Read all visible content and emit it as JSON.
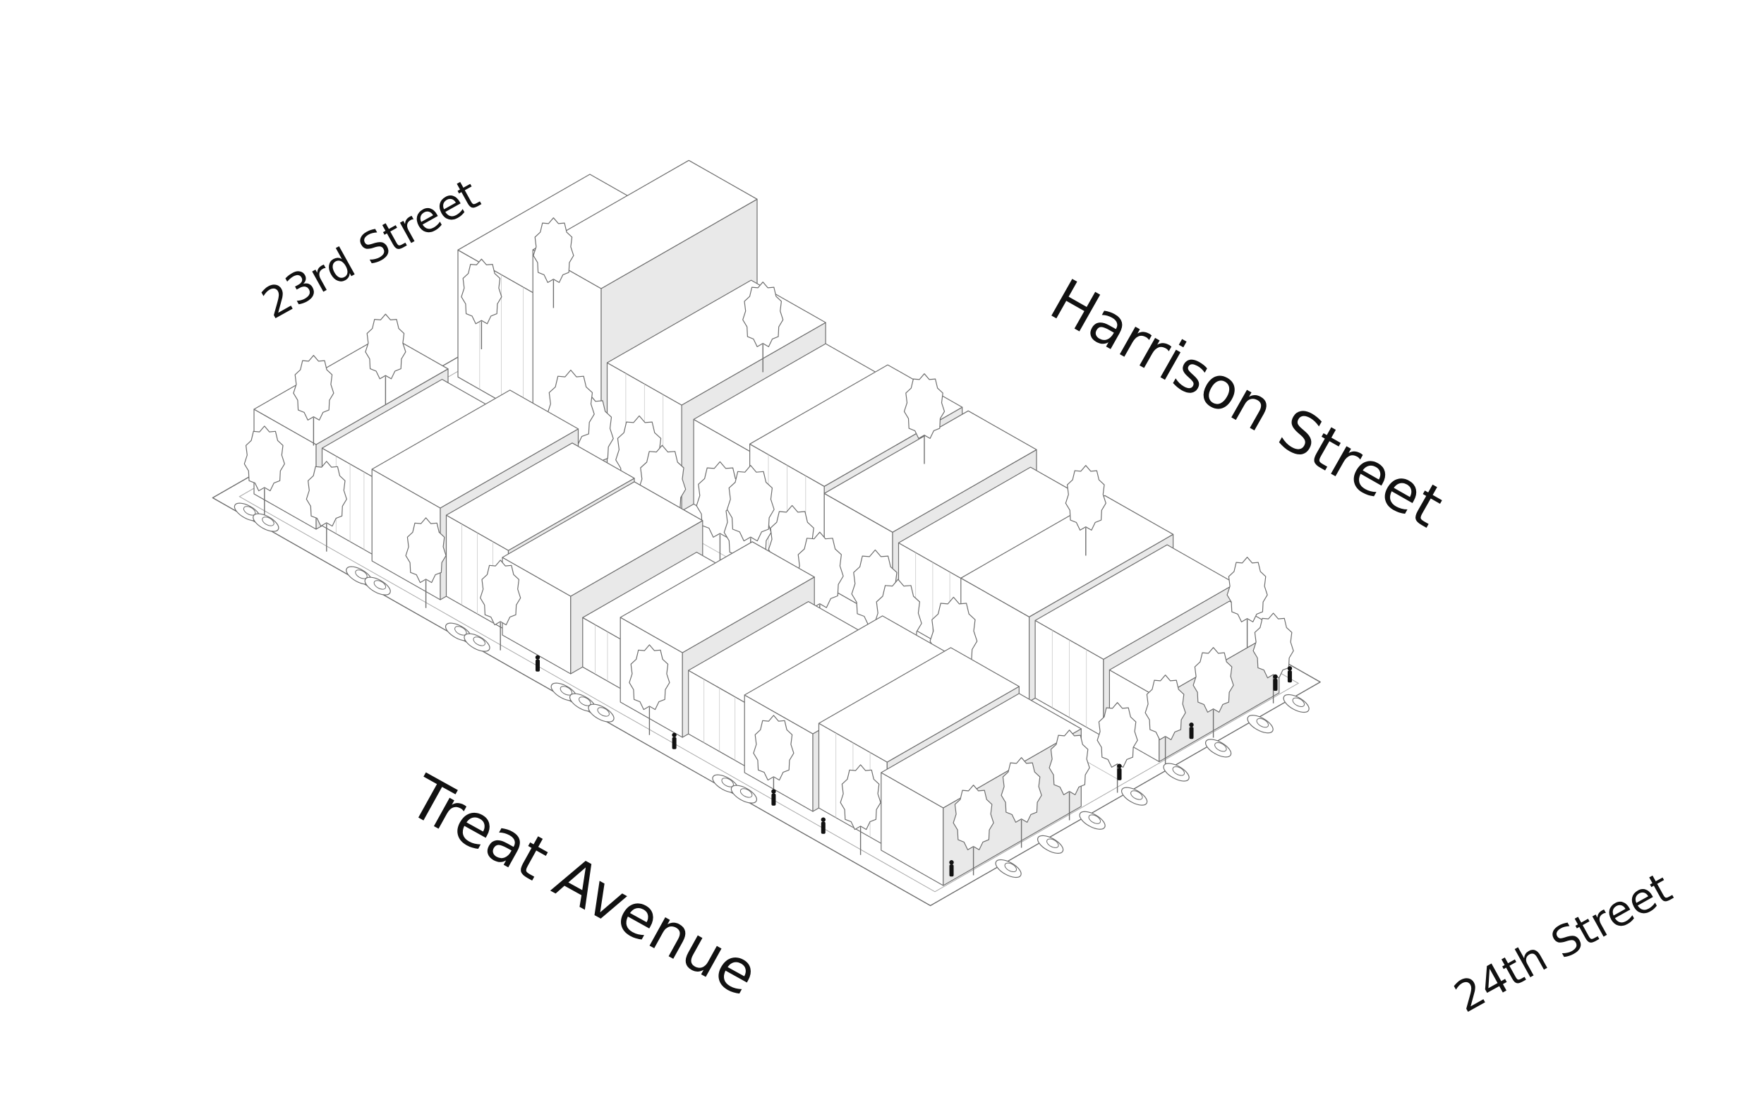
{
  "streets": {
    "north": "23rd Street",
    "east": "Harrison  Street",
    "west": "Treat Avenue",
    "south": "24th Street"
  },
  "colors": {
    "line": "#6e6e6e",
    "shade": "#e9e9e9",
    "background": "#ffffff",
    "figure": "#111111"
  }
}
